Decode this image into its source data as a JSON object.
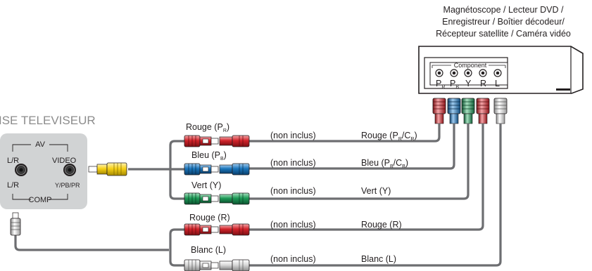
{
  "device": {
    "line1": "Magnétoscope / Lecteur DVD /",
    "line2": "Enregistreur / Boîtier décodeur/",
    "line3": "Récepteur satellite / Caméra vidéo",
    "component_label": "Component",
    "jacks": {
      "pr": "P",
      "pr_sub": "R",
      "pb": "P",
      "pb_sub": "B",
      "y": "Y",
      "r": "R",
      "l": "L"
    }
  },
  "tv": {
    "title": "ISE TELEVISEUR",
    "av": "AV",
    "lr_top": "L/R",
    "video": "VIDEO",
    "lr_bottom": "L/R",
    "ypbpr": "Y/PB/PR",
    "comp": "COMP"
  },
  "cables": {
    "red_pr": {
      "plug": "Rouge (P",
      "plug_sub": "R",
      "plug_end": ")",
      "note": "(non inclus)",
      "dest": "Rouge (P",
      "dest_sub1": "R",
      "dest_mid": "/C",
      "dest_sub2": "R",
      "dest_end": ")"
    },
    "blue_pb": {
      "plug": "Bleu (P",
      "plug_sub": "B",
      "plug_end": ")",
      "note": "(non inclus)",
      "dest": "Bleu (P",
      "dest_sub1": "B",
      "dest_mid": "/C",
      "dest_sub2": "B",
      "dest_end": ")"
    },
    "green_y": {
      "plug": "Vert (Y)",
      "note": "(non inclus)",
      "dest": "Vert (Y)"
    },
    "red_r": {
      "plug": "Rouge (R)",
      "note": "(non inclus)",
      "dest": "Rouge (R)"
    },
    "white_l": {
      "plug": "Blanc (L)",
      "note": "(non inclus)",
      "dest": "Blanc (L)"
    }
  },
  "colors": {
    "red": "#d2232a",
    "blue": "#1a75bb",
    "green": "#1e9b57",
    "white": "#e6e6e6",
    "yellow": "#f7d117",
    "cable": "#6d6e71",
    "tv_panel": "#d1d3d4"
  }
}
